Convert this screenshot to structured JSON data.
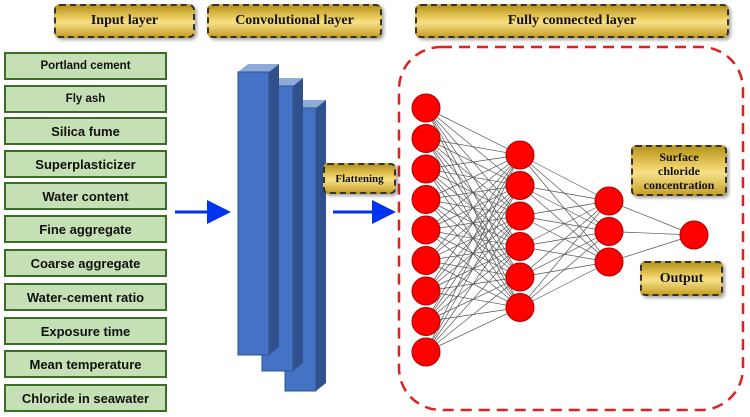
{
  "headers": {
    "input": "Input layer",
    "conv": "Convolutional layer",
    "fc": "Fully connected layer"
  },
  "inputs": [
    "Portland cement",
    "Fly ash",
    "Silica fume",
    "Superplasticizer",
    "Water content",
    "Fine aggregate",
    "Coarse aggregate",
    "Water-cement ratio",
    "Exposure time",
    "Mean temperature",
    "Chloride in seawater"
  ],
  "flattening": "Flattening",
  "output_label": "Surface chloride concentration",
  "output_box": "Output",
  "network": {
    "layers": [
      9,
      6,
      3,
      1
    ]
  },
  "colors": {
    "input_fill": "#c5e0b4",
    "input_border": "#3b6e27",
    "conv_blue": "#4472c4",
    "arrow_blue": "#0033ee",
    "neuron_red": "#ff0000",
    "dashed_border": "#e02020",
    "gold": "#e8c552"
  }
}
